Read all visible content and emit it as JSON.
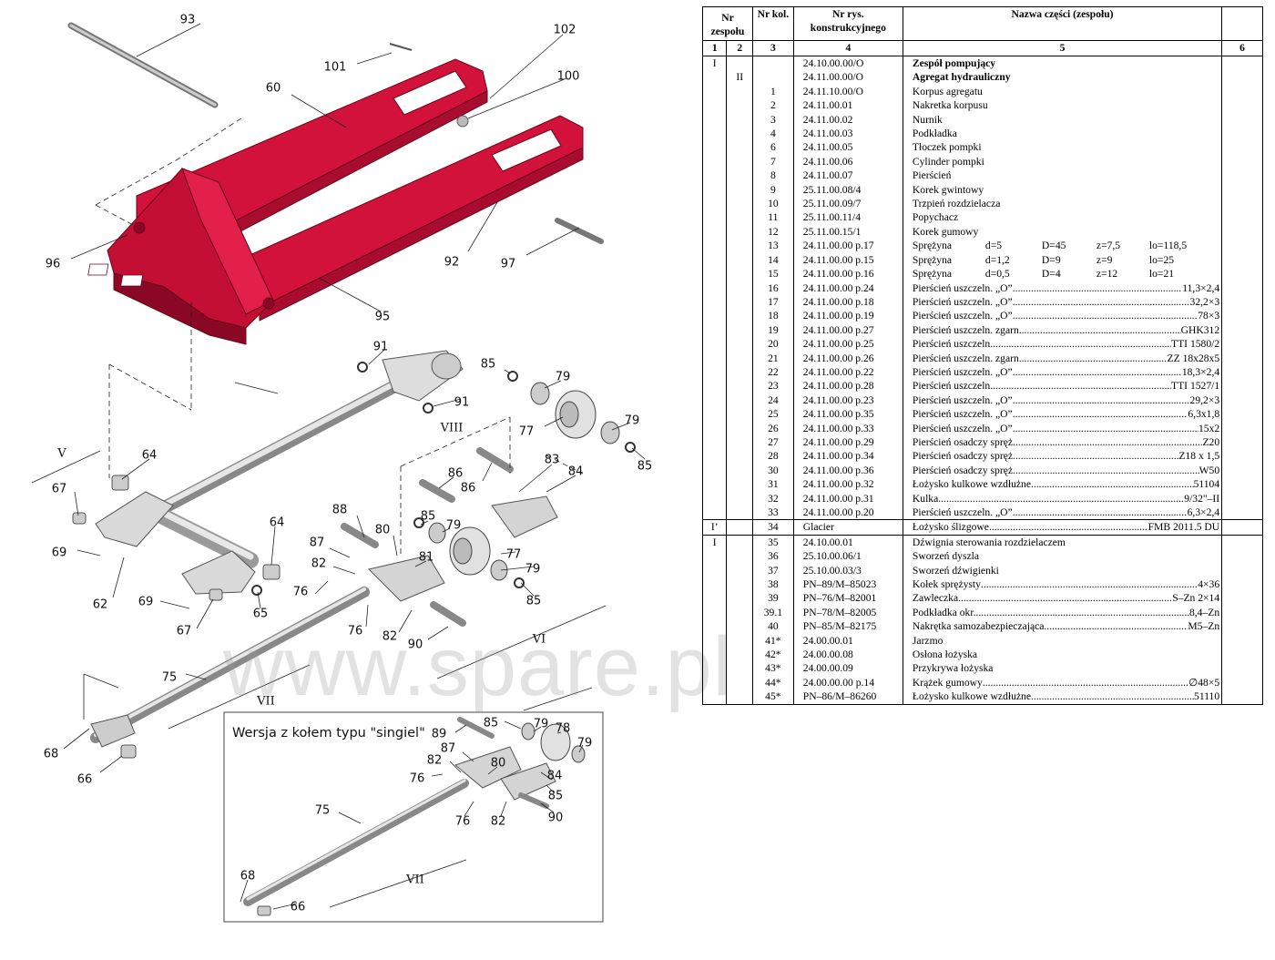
{
  "diagram": {
    "callouts": [
      "93",
      "102",
      "101",
      "60",
      "100",
      "96",
      "92",
      "97",
      "95",
      "91",
      "91",
      "85",
      "79",
      "77",
      "79",
      "85",
      "64",
      "83",
      "84",
      "86",
      "86",
      "67",
      "88",
      "85",
      "79",
      "69",
      "80",
      "81",
      "77",
      "79",
      "87",
      "82",
      "85",
      "62",
      "69",
      "76",
      "64",
      "67",
      "65",
      "76",
      "82",
      "90",
      "75",
      "68",
      "66",
      "89",
      "85",
      "79",
      "78",
      "87",
      "79",
      "82",
      "80",
      "76",
      "84",
      "85",
      "75",
      "76",
      "82",
      "90",
      "68",
      "66"
    ],
    "romans": [
      "VIII",
      "V",
      "VI",
      "VII",
      "VII"
    ],
    "inset_title": "Wersja z kołem typu \"singiel\"",
    "watermark": "www.spare.pl",
    "colors": {
      "frame_red": "#d2123a",
      "frame_dark": "#9a0a28",
      "steel": "#d8d8d8"
    }
  },
  "table": {
    "headers": [
      "Nr zespołu",
      "Nr kol.",
      "Nr rys. konstrukcyjnego",
      "Nazwa części (zespołu)",
      ""
    ],
    "col_numbers": [
      "1",
      "2",
      "3",
      "4",
      "5",
      "6"
    ],
    "rows": [
      {
        "g1": "I",
        "g2": "",
        "n": "",
        "code": "24.10.00.00/O",
        "name": "Zespół pompujący",
        "bold": true
      },
      {
        "g1": "",
        "g2": "II",
        "n": "",
        "code": "24.11.00.00/O",
        "name": "Agregat hydrauliczny",
        "bold": true
      },
      {
        "g1": "",
        "g2": "",
        "n": "1",
        "code": "24.11.10.00/O",
        "name": "Korpus agregatu"
      },
      {
        "g1": "",
        "g2": "",
        "n": "2",
        "code": "24.11.00.01",
        "name": "Nakretka korpusu"
      },
      {
        "g1": "",
        "g2": "",
        "n": "3",
        "code": "24.11.00.02",
        "name": "Nurnik"
      },
      {
        "g1": "",
        "g2": "",
        "n": "4",
        "code": "24.11.00.03",
        "name": "Podkładka"
      },
      {
        "g1": "",
        "g2": "",
        "n": "",
        "code": "",
        "name": ""
      },
      {
        "g1": "",
        "g2": "",
        "n": "6",
        "code": "24.11.00.05",
        "name": "Tłoczek pompki"
      },
      {
        "g1": "",
        "g2": "",
        "n": "7",
        "code": "24.11.00.06",
        "name": "Cylinder pompki"
      },
      {
        "g1": "",
        "g2": "",
        "n": "8",
        "code": "24.11.00.07",
        "name": "Pierścień"
      },
      {
        "g1": "",
        "g2": "",
        "n": "9",
        "code": "25.11.00.08/4",
        "name": "Korek gwintowy"
      },
      {
        "g1": "",
        "g2": "",
        "n": "10",
        "code": "25.11.00.09/7",
        "name": "Trzpień rozdzielacza"
      },
      {
        "g1": "",
        "g2": "",
        "n": "11",
        "code": "25.11.00.11/4",
        "name": "Popychacz"
      },
      {
        "g1": "",
        "g2": "",
        "n": "12",
        "code": "25.11.00.15/1",
        "name": "Korek gumowy"
      },
      {
        "g1": "",
        "g2": "",
        "n": "13",
        "code": "24.11.00.00 p.17",
        "name": "Sprężyna",
        "specs": [
          "d=5",
          "D=45",
          "z=7,5",
          "lo=118,5"
        ]
      },
      {
        "g1": "",
        "g2": "",
        "n": "14",
        "code": "24.11.00.00 p.15",
        "name": "Sprężyna",
        "specs": [
          "d=1,2",
          "D=9",
          "z=9",
          "lo=25"
        ]
      },
      {
        "g1": "",
        "g2": "",
        "n": "15",
        "code": "24.11.00.00 p.16",
        "name": "Sprężyna",
        "specs": [
          "d=0,5",
          "D=4",
          "z=12",
          "lo=21"
        ]
      },
      {
        "g1": "",
        "g2": "",
        "n": "16",
        "code": "24.11.00.00 p.24",
        "name": "Pierścień uszczeln. „O”",
        "val": "11,3×2,4"
      },
      {
        "g1": "",
        "g2": "",
        "n": "17",
        "code": "24.11.00.00 p.18",
        "name": "Pierścień uszczeln. „O”",
        "val": "32,2×3"
      },
      {
        "g1": "",
        "g2": "",
        "n": "18",
        "code": "24.11.00.00 p.19",
        "name": "Pierścień uszczeln. „O”",
        "val": "78×3"
      },
      {
        "g1": "",
        "g2": "",
        "n": "19",
        "code": "24.11.00.00 p.27",
        "name": "Pierścień uszczeln. zgarn.",
        "val": "GHK312"
      },
      {
        "g1": "",
        "g2": "",
        "n": "20",
        "code": "24.11.00.00 p.25",
        "name": "Pierścień uszczeln.",
        "val": "TTI 1580/2"
      },
      {
        "g1": "",
        "g2": "",
        "n": "21",
        "code": "24.11.00.00 p.26",
        "name": "Pierścień uszczeln. zgarn.",
        "val": "ZZ 18x28x5"
      },
      {
        "g1": "",
        "g2": "",
        "n": "22",
        "code": "24.11.00.00 p.22",
        "name": "Pierścień uszczeln. „O”",
        "val": "18,3×2,4"
      },
      {
        "g1": "",
        "g2": "",
        "n": "23",
        "code": "24.11.00.00 p.28",
        "name": "Pierścień uszczeln.",
        "val": "TTI 1527/1"
      },
      {
        "g1": "",
        "g2": "",
        "n": "24",
        "code": "24.11.00.00 p.23",
        "name": "Pierścień uszczeln. „O”",
        "val": "29,2×3"
      },
      {
        "g1": "",
        "g2": "",
        "n": "25",
        "code": "24.11.00.00 p.35",
        "name": "Pierścień uszczeln. „O”",
        "val": "6,3x1,8"
      },
      {
        "g1": "",
        "g2": "",
        "n": "26",
        "code": "24.11.00.00 p.33",
        "name": "Pierścień uszczeln. „O”",
        "val": "15x2"
      },
      {
        "g1": "",
        "g2": "",
        "n": "27",
        "code": "24.11.00.00 p.29",
        "name": "Pierścień osadczy spręż.",
        "val": "Z20"
      },
      {
        "g1": "",
        "g2": "",
        "n": "28",
        "code": "24.11.00.00 p.34",
        "name": "Pierścień osadczy spręż.",
        "val": "Z18 x 1,5"
      },
      {
        "g1": "",
        "g2": "",
        "n": "",
        "code": "",
        "name": ""
      },
      {
        "g1": "",
        "g2": "",
        "n": "30",
        "code": "24.11.00.00 p.36",
        "name": "Pierścień osadczy spręż.",
        "val": "W50"
      },
      {
        "g1": "",
        "g2": "",
        "n": "31",
        "code": "24.11.00.00 p.32",
        "name": "Łożysko kulkowe wzdłużne",
        "val": "51104"
      },
      {
        "g1": "",
        "g2": "",
        "n": "32",
        "code": "24.11.00.00 p.31",
        "name": "Kulka",
        "val": "9/32\"–II"
      },
      {
        "g1": "",
        "g2": "",
        "n": "33",
        "code": "24.11.00.00 p.20",
        "name": "Pierścień uszczeln. „O”",
        "val": "6,3×2,4"
      },
      {
        "g1": "I’",
        "g2": "",
        "n": "34",
        "code": "Glacier",
        "name": "Łożysko ślizgowe",
        "val": "FMB 2011.5 DU",
        "top": true
      },
      {
        "g1": "I",
        "g2": "",
        "n": "35",
        "code": "24.10.00.01",
        "name": "Dźwignia sterowania rozdzielaczem",
        "top": true
      },
      {
        "g1": "",
        "g2": "",
        "n": "36",
        "code": "25.10.00.06/1",
        "name": "Sworzeń dyszla"
      },
      {
        "g1": "",
        "g2": "",
        "n": "37",
        "code": "25.10.00.03/3",
        "name": "Sworzeń dźwigienki"
      },
      {
        "g1": "",
        "g2": "",
        "n": "38",
        "code": "PN–89/M–85023",
        "name": "Kołek sprężysty",
        "val": "4×36"
      },
      {
        "g1": "",
        "g2": "",
        "n": "39",
        "code": "PN–76/M–82001",
        "name": "Zawleczka",
        "val": "S–Zn  2×14"
      },
      {
        "g1": "",
        "g2": "",
        "n": "39.1",
        "code": "PN–78/M–82005",
        "name": "Podkładka okr.",
        "val": "8,4–Zn"
      },
      {
        "g1": "",
        "g2": "",
        "n": "40",
        "code": "PN–85/M–82175",
        "name": "Nakrętka samozabezpieczająca",
        "val": "M5–Zn"
      },
      {
        "g1": "",
        "g2": "",
        "n": "",
        "code": "",
        "name": ""
      },
      {
        "g1": "",
        "g2": "",
        "n": "41*",
        "code": "24.00.00.01",
        "name": "Jarzmo"
      },
      {
        "g1": "",
        "g2": "",
        "n": "42*",
        "code": "24.00.00.08",
        "name": "Osłona łożyska"
      },
      {
        "g1": "",
        "g2": "",
        "n": "43*",
        "code": "24.00.00.09",
        "name": "Przykrywa łożyska"
      },
      {
        "g1": "",
        "g2": "",
        "n": "44*",
        "code": "24.00.00.00 p.14",
        "name": "Krążek gumowy",
        "val": "∅48×5"
      },
      {
        "g1": "",
        "g2": "",
        "n": "45*",
        "code": "PN–86/M–86260",
        "name": "Łożysko kulkowe wzdłużne",
        "val": "51110"
      }
    ]
  }
}
